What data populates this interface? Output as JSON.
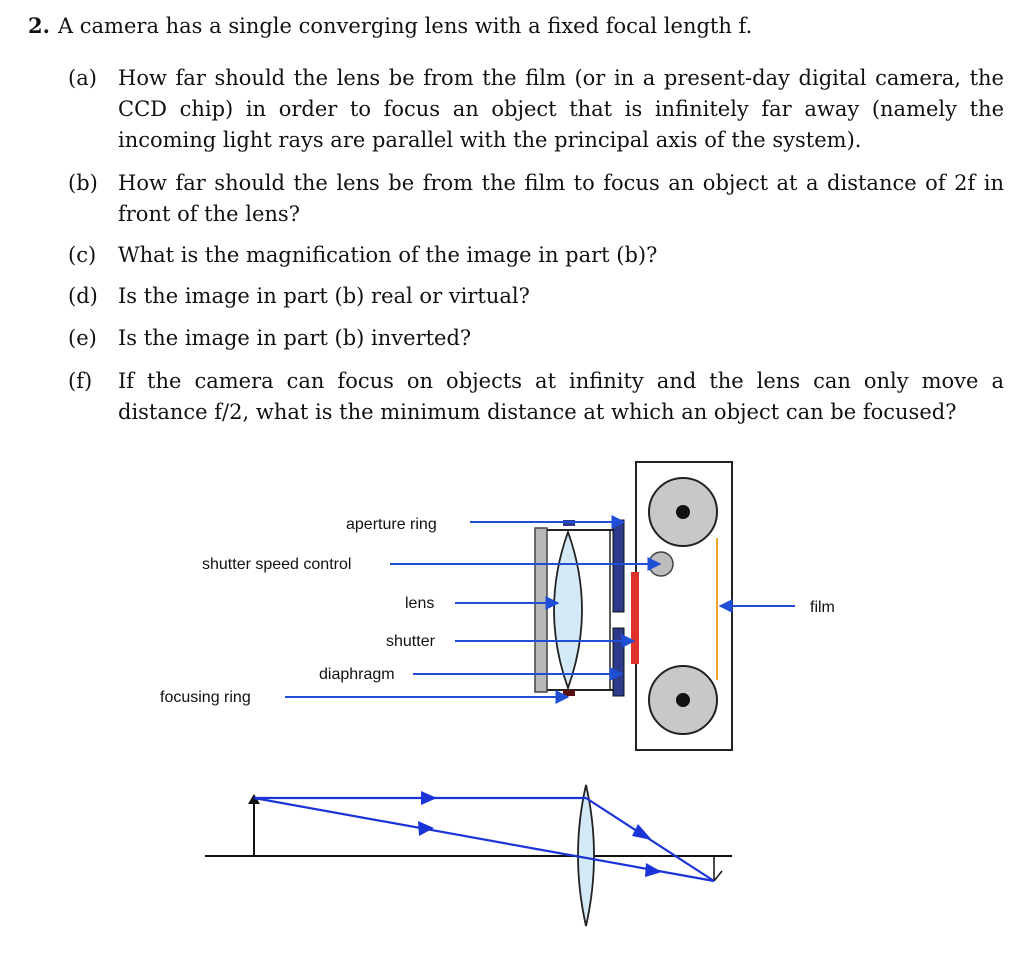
{
  "problem": {
    "number": "2.",
    "statement": "A camera has a single converging lens with a fixed focal length f."
  },
  "parts": [
    {
      "label": "(a)",
      "text": "How far should the lens be from the film (or in a present-day digital camera, the CCD chip) in order to focus an object that is infinitely far away (namely the incoming light rays are parallel with the principal axis of the system)."
    },
    {
      "label": "(b)",
      "text": "How far should the lens be from the film to focus an object at a distance of 2f in front of the lens?"
    },
    {
      "label": "(c)",
      "text": "What is the magnification of the image in part (b)?"
    },
    {
      "label": "(d)",
      "text": "Is the image in part (b) real or virtual?"
    },
    {
      "label": "(e)",
      "text": "Is the image in part (b) inverted?"
    },
    {
      "label": "(f)",
      "text": "If the camera can focus on objects at infinity and the lens can only move a distance f/2, what is the minimum distance at which an object can be focused?"
    }
  ],
  "camera_diagram": {
    "labels": {
      "aperture_ring": "aperture ring",
      "shutter_speed_control": "shutter speed control",
      "lens": "lens",
      "shutter": "shutter",
      "diaphragm": "diaphragm",
      "focusing_ring": "focusing ring",
      "film": "film"
    },
    "colors": {
      "arrow": "#1f4fd6",
      "lens_fill": "#d3e9f5",
      "shutter_blade": "#2d3a8c",
      "shutter_red": "#e0322b",
      "film_line": "#f0a42a",
      "spool": "#c8c8c8",
      "ray": "#1a34d8"
    }
  }
}
